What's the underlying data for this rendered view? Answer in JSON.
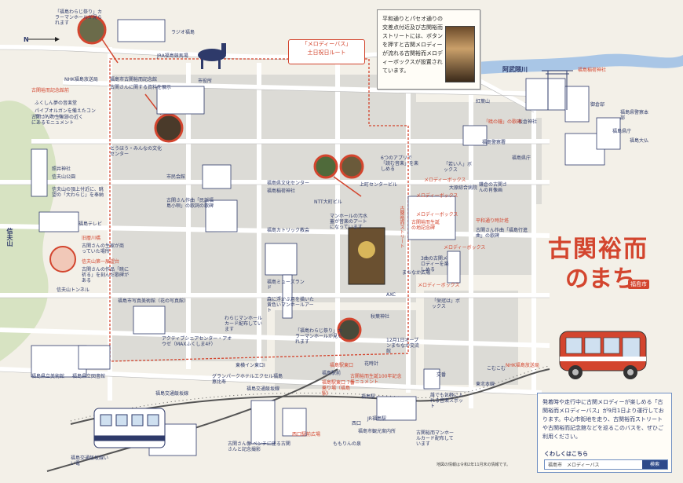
{
  "map": {
    "compass": "N",
    "intro": {
      "text": "平和通りとパセオ通りの交差点付近及び古関裕而ストリートには、ボタンを押すと古関メロディーが流れる古関裕而メロディーボックスが設置されています。"
    },
    "route_tag": {
      "line1": "「メロディーバス」",
      "line2": "土日祝日ルート"
    },
    "logo": {
      "line1": "古関裕而",
      "line2": "のまち",
      "city": "福島市"
    },
    "panel": {
      "body": "発着時や走行中に古関メロディーが楽しめる「古関裕而メロディーバス」が9月1日より運行しております。中心市街地を走り、古関裕而ストリートや古関裕而記念館などを巡るこのバスを、ぜひご利用ください。",
      "more": "くわしくはこちら",
      "search_query": "福島市　メロディーバス",
      "search_button": "検索"
    },
    "footnote": "地図の情報は令和2年11月末の情報です。",
    "colors": {
      "road": "#ffffff",
      "road_edge": "#b9b9b9",
      "block": "#dcdbd6",
      "accent": "#d3452e",
      "ink": "#2e3a6a",
      "river": "#a9c6e6",
      "park": "#cfe0b8"
    },
    "labels": [
      {
        "id": "melody-pole-1",
        "text": "「福島わらじ祭り」カラーマンホールが見られます",
        "kind": "note"
      },
      {
        "id": "radio-station",
        "text": "ラジオ福島",
        "kind": "place"
      },
      {
        "id": "horse-track",
        "text": "JRA福島競馬場",
        "kind": "place"
      },
      {
        "id": "nhk",
        "text": "NHK福島放送局",
        "kind": "place"
      },
      {
        "id": "koseki-museum",
        "text": "福島市古関裕而記念館",
        "kind": "place"
      },
      {
        "id": "koseki-museum-note",
        "text": "古関さんに関する資料を展示",
        "kind": "note"
      },
      {
        "id": "koseki-monument",
        "text": "古関裕而記念館前",
        "kind": "place"
      },
      {
        "id": "shiyakusho",
        "text": "市役所",
        "kind": "place"
      },
      {
        "id": "fukushima-concert",
        "text": "ふくしん夢の音楽堂",
        "kind": "place"
      },
      {
        "id": "concert-note",
        "text": "パイプオルガンを備えたコンサートホール",
        "kind": "note"
      },
      {
        "id": "toupia",
        "text": "とうほう・みんなの文化センター",
        "kind": "place"
      },
      {
        "id": "shinsui",
        "text": "照井神社",
        "kind": "place"
      },
      {
        "id": "shinobu-park",
        "text": "信夫山公園",
        "kind": "place"
      },
      {
        "id": "shinobu-note",
        "text": "信夫山の頂上付近に、眺望の「大わらじ」を奉納",
        "kind": "note"
      },
      {
        "id": "fukushima-tv",
        "text": "福島テレビ",
        "kind": "place"
      },
      {
        "id": "shinobu-yama",
        "text": "信夫山",
        "kind": "place"
      },
      {
        "id": "old-tower",
        "text": "旧暦川橋",
        "kind": "place"
      },
      {
        "id": "old-tower-note",
        "text": "古関さんの生家が商っていた場所",
        "kind": "note"
      },
      {
        "id": "shinobu-first",
        "text": "信夫山第一展望台",
        "kind": "place"
      },
      {
        "id": "shinobu-first-note",
        "text": "古関さんの作品「暁に祈る」を刻んだ歌碑がある",
        "kind": "note"
      },
      {
        "id": "tunnel",
        "text": "信夫山トンネル",
        "kind": "place"
      },
      {
        "id": "photo-museum",
        "text": "福島市写真美術館（花の写真館）",
        "kind": "place"
      },
      {
        "id": "art-museum",
        "text": "福島県立美術館",
        "kind": "place"
      },
      {
        "id": "library",
        "text": "福島県立図書館",
        "kind": "place"
      },
      {
        "id": "shiminkaikan",
        "text": "市民会館",
        "kind": "place"
      },
      {
        "id": "kyokuin",
        "text": "古関さん作曲「民謡福島小唄」の歌詞の歌碑",
        "kind": "note"
      },
      {
        "id": "gakuen",
        "text": "福島県文化センター",
        "kind": "place"
      },
      {
        "id": "uzai-jinja",
        "text": "福島稲荷神社",
        "kind": "place"
      },
      {
        "id": "ntt",
        "text": "NTT大町ビル",
        "kind": "place"
      },
      {
        "id": "stranger",
        "text": "福島東口駅前",
        "kind": "place"
      },
      {
        "id": "catholic",
        "text": "福島カトリック教会",
        "kind": "place"
      },
      {
        "id": "karaoke",
        "text": "福島ミューズランド",
        "kind": "place"
      },
      {
        "id": "manhole-note",
        "text": "マンホールの汚水蓋が音楽のアートになっています",
        "kind": "note"
      },
      {
        "id": "melody-box-1",
        "text": "メロディーボックス",
        "kind": "box"
      },
      {
        "id": "melody-box-2",
        "text": "メロディーボックス",
        "kind": "box"
      },
      {
        "id": "melody-box-3",
        "text": "メロディーボックス",
        "kind": "box"
      },
      {
        "id": "melody-box-4",
        "text": "メロディーボックス",
        "kind": "box"
      },
      {
        "id": "melody-box-5",
        "text": "メロディーボックス",
        "kind": "box"
      },
      {
        "id": "tower-center",
        "text": "上町センタービル",
        "kind": "place"
      },
      {
        "id": "kami-cho",
        "text": "大原綜合病院",
        "kind": "place"
      },
      {
        "id": "kosekistreet",
        "text": "古関裕而ストリート",
        "kind": "place"
      },
      {
        "id": "nadeshiko",
        "text": "平和通り時計塔",
        "kind": "place"
      },
      {
        "id": "chuo-koen",
        "text": "まちなか広場",
        "kind": "place"
      },
      {
        "id": "axc",
        "text": "AXC",
        "kind": "place"
      },
      {
        "id": "akiba",
        "text": "秋葉神社",
        "kind": "place"
      },
      {
        "id": "station-east",
        "text": "福島駅東口",
        "kind": "place"
      },
      {
        "id": "station",
        "text": "福島駅",
        "kind": "place"
      },
      {
        "id": "station-west",
        "text": "西口",
        "kind": "place"
      },
      {
        "id": "toyoko",
        "text": "東横イン東口I",
        "kind": "place"
      },
      {
        "id": "grandpalace",
        "text": "グランパークホテルエクセル福島恵比寿",
        "kind": "place"
      },
      {
        "id": "kotsu",
        "text": "福島交通飯坂線",
        "kind": "place"
      },
      {
        "id": "kotsu-station",
        "text": "福島交通飯坂線",
        "kind": "place"
      },
      {
        "id": "iizaka",
        "text": "福島交通飯坂線いい電",
        "kind": "place"
      },
      {
        "id": "max",
        "text": "アクティブシニアセンター・アオウゼ（MAXふくしま4F）",
        "kind": "place"
      },
      {
        "id": "waraji-card",
        "text": "わらじマンホールカード配布しています",
        "kind": "note"
      },
      {
        "id": "monkey",
        "text": "西口駅前広場",
        "kind": "place"
      },
      {
        "id": "momorin",
        "text": "ももりんの泉",
        "kind": "place"
      },
      {
        "id": "kanko",
        "text": "福島市観光案内所",
        "kind": "place"
      },
      {
        "id": "jr",
        "text": "JR福島駅",
        "kind": "place"
      },
      {
        "id": "koseki-statue",
        "text": "古関裕而生誕100年記念モニュメント",
        "kind": "place"
      },
      {
        "id": "kaiji",
        "text": "花時計",
        "kind": "place"
      },
      {
        "id": "kouban",
        "text": "交番",
        "kind": "place"
      },
      {
        "id": "touden",
        "text": "東北本線",
        "kind": "place"
      },
      {
        "id": "komochi",
        "text": "こむこむ",
        "kind": "place"
      },
      {
        "id": "nhk2",
        "text": "NHK福島放送局",
        "kind": "place"
      },
      {
        "id": "bijutsukan",
        "text": "福島県庁",
        "kind": "place"
      },
      {
        "id": "itaya",
        "text": "板倉神社",
        "kind": "place"
      },
      {
        "id": "sancho",
        "text": "御倉邸",
        "kind": "place"
      },
      {
        "id": "sancho2",
        "text": "福島県警察本部",
        "kind": "place"
      },
      {
        "id": "ken",
        "text": "福島県庁",
        "kind": "place"
      },
      {
        "id": "police",
        "text": "福島警察署",
        "kind": "place"
      },
      {
        "id": "hamawari",
        "text": "阿武隈川",
        "kind": "place"
      },
      {
        "id": "fukushima-inari",
        "text": "福島稲荷神社",
        "kind": "place"
      },
      {
        "id": "tonai",
        "text": "紅葉山",
        "kind": "place"
      },
      {
        "id": "tomin",
        "text": "福島大仏",
        "kind": "place"
      },
      {
        "id": "shinsen",
        "text": "「暁の鐘」の歌碑",
        "kind": "note"
      },
      {
        "id": "shinsen2",
        "text": "古関さん作曲「福島行進曲」の歌碑",
        "kind": "note"
      },
      {
        "id": "nanmei",
        "text": "12月1日オープンまちなか交流館",
        "kind": "place"
      },
      {
        "id": "ekimae",
        "text": "福島駅前",
        "kind": "place"
      },
      {
        "id": "info1",
        "text": "6つのアプリで「読む音楽」を楽しめる",
        "kind": "note"
      },
      {
        "id": "info2",
        "text": "3曲の古関メロディーを楽しめる",
        "kind": "note"
      },
      {
        "id": "info3",
        "text": "鎌倉の古関さんの肖像画",
        "kind": "note"
      },
      {
        "id": "info4",
        "text": "古関裕而生誕の地記念碑",
        "kind": "place"
      },
      {
        "id": "info5",
        "text": "「若い人」ボックス",
        "kind": "box"
      },
      {
        "id": "info6",
        "text": "「栄冠は」ボックス",
        "kind": "box"
      },
      {
        "id": "info7",
        "text": "古関さんの生家跡の近くにあるモニュメント",
        "kind": "note"
      },
      {
        "id": "info8",
        "text": "「福島わらじ祭り」カラーマンホールが見られます",
        "kind": "note"
      },
      {
        "id": "info9",
        "text": "森に浮かぶ月を描いた黄色いマンホールアート",
        "kind": "note"
      },
      {
        "id": "info10",
        "text": "福島駅東口 7番乗り場（福島駅）",
        "kind": "place"
      },
      {
        "id": "info11",
        "text": "誰でも気軽に入れる音楽スポット",
        "kind": "note"
      },
      {
        "id": "info12",
        "text": "古関さん像 ベンチに座る古関さんと記念撮影",
        "kind": "note"
      },
      {
        "id": "info13",
        "text": "古関裕而マンホールカード配布しています",
        "kind": "note"
      }
    ]
  }
}
